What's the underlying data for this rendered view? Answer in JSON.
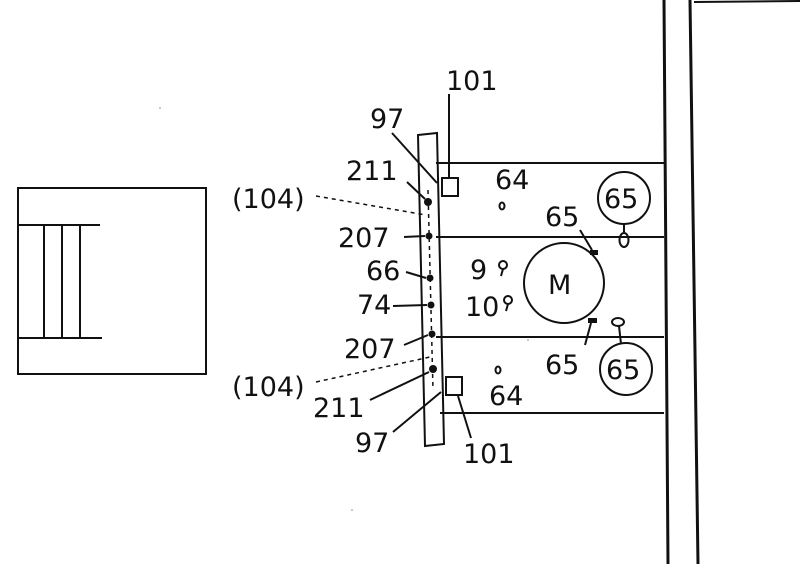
{
  "labels": {
    "top_101": "101",
    "top_97": "97",
    "top_211": "211",
    "top_104": "(104)",
    "top_64": "64",
    "left_207_top": "207",
    "left_66": "66",
    "left_74": "74",
    "left_207_bottom": "207",
    "bot_104": "(104)",
    "bot_211": "211",
    "bot_97": "97",
    "bot_101": "101",
    "bot_64": "64",
    "nine": "9",
    "ten": "10",
    "motor": "M",
    "upper_65": "65",
    "upper_65_circled": "65",
    "lower_65": "65",
    "lower_65_circled": "65"
  }
}
